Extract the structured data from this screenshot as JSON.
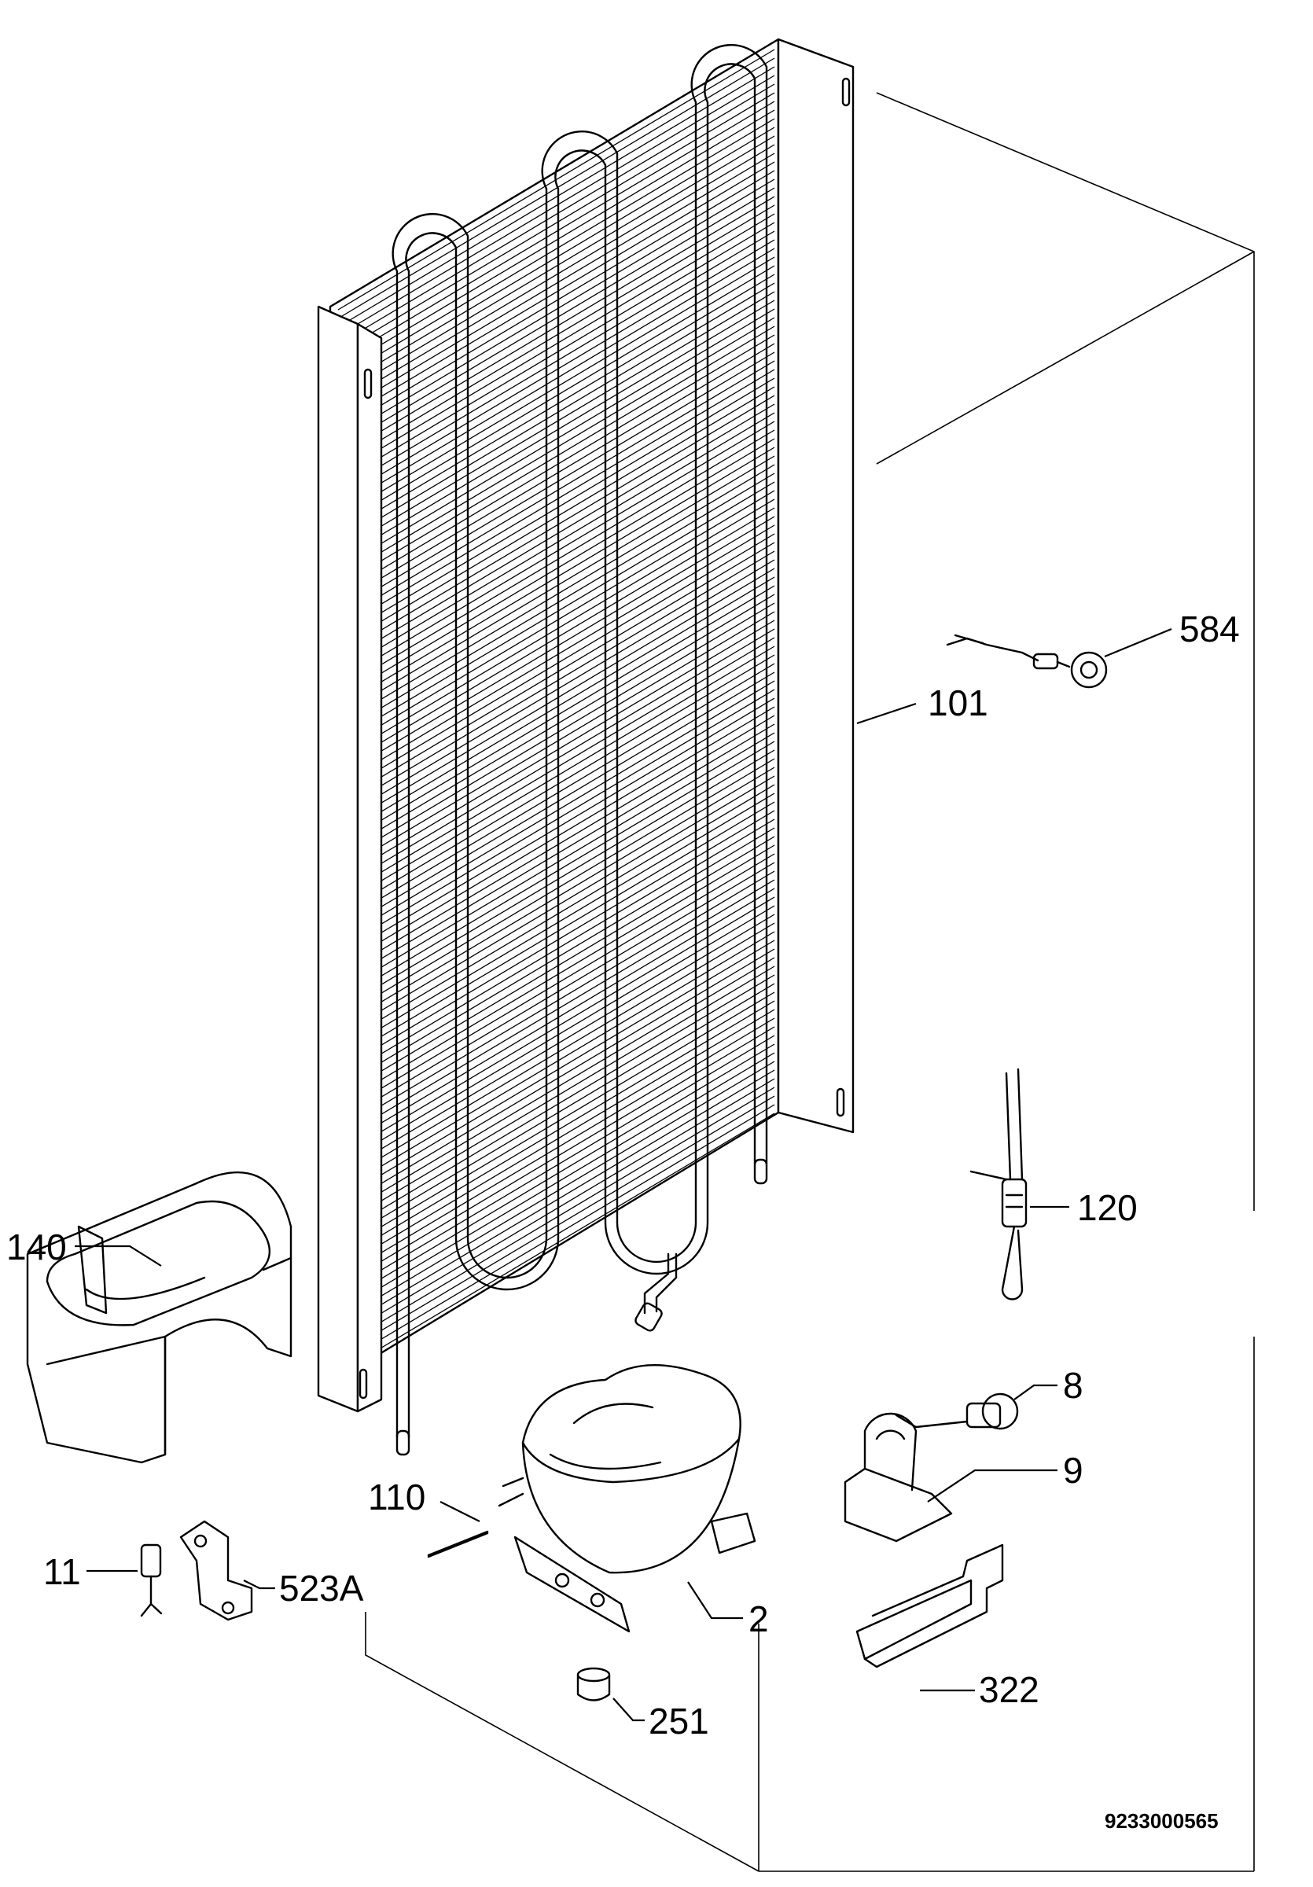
{
  "labels": {
    "p584": "584",
    "p101": "101",
    "p120": "120",
    "p140": "140",
    "p8": "8",
    "p9": "9",
    "p110": "110",
    "p11": "11",
    "p523a": "523A",
    "p2": "2",
    "p322": "322",
    "p251": "251"
  },
  "drawing_number": "9233000565"
}
